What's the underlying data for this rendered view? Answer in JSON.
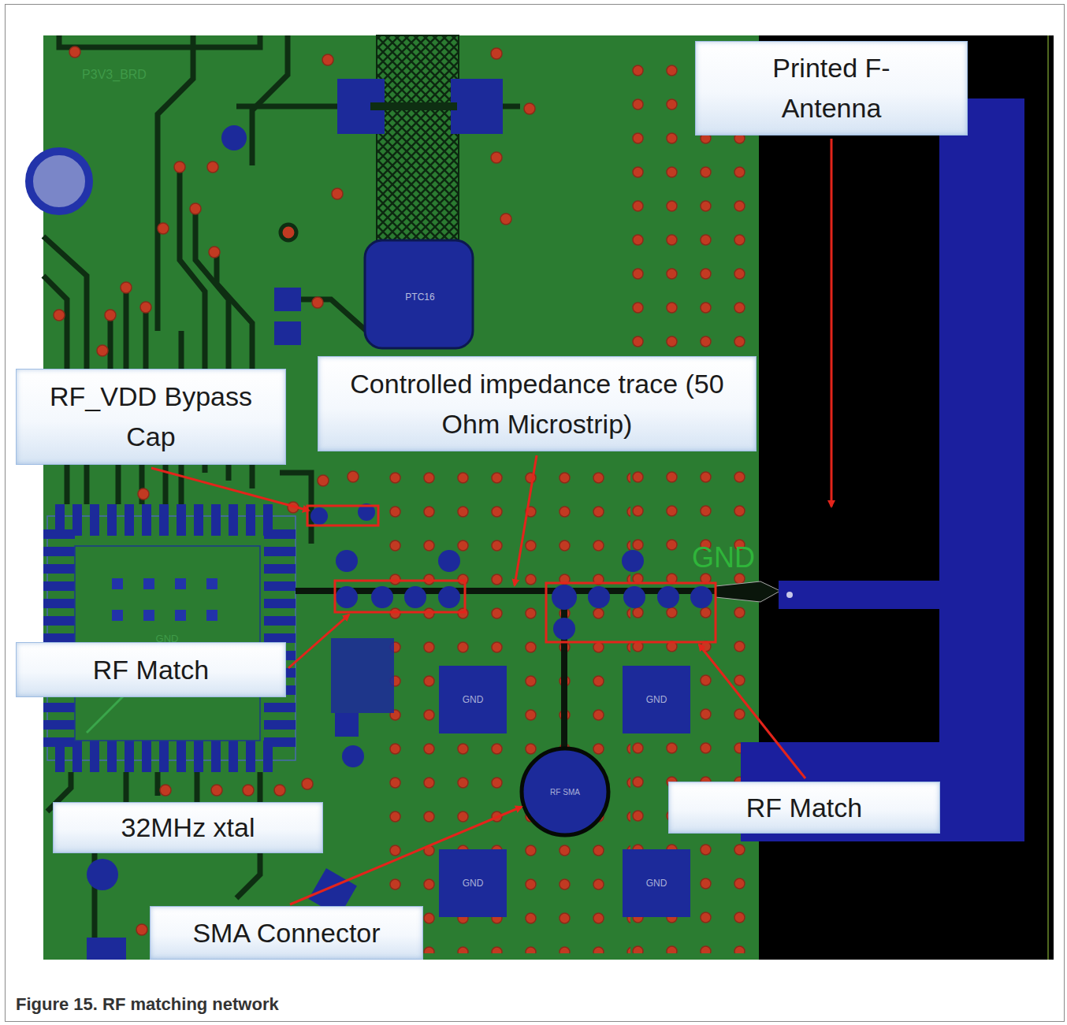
{
  "diagram": {
    "caption": "Figure 15. RF matching network",
    "nodes": [
      {
        "text": [
          "Printed F-Antenna"
        ]
      },
      {
        "text": [
          "Controlled impedance trace (50 Ohm Microstrip)"
        ]
      },
      {
        "text": [
          "RF_VDD Bypass Cap"
        ]
      },
      {
        "text": [
          "RF Match"
        ]
      },
      {
        "text": [
          "RF Match"
        ]
      },
      {
        "text": [
          "32MHz xtal"
        ]
      },
      {
        "text": [
          "SMA Connector"
        ]
      }
    ],
    "labels": [
      "P3V3_BRD",
      "PTC16",
      "GND",
      "GND",
      "GND",
      "GND",
      "GND",
      "GND",
      "RF SMA"
    ]
  }
}
